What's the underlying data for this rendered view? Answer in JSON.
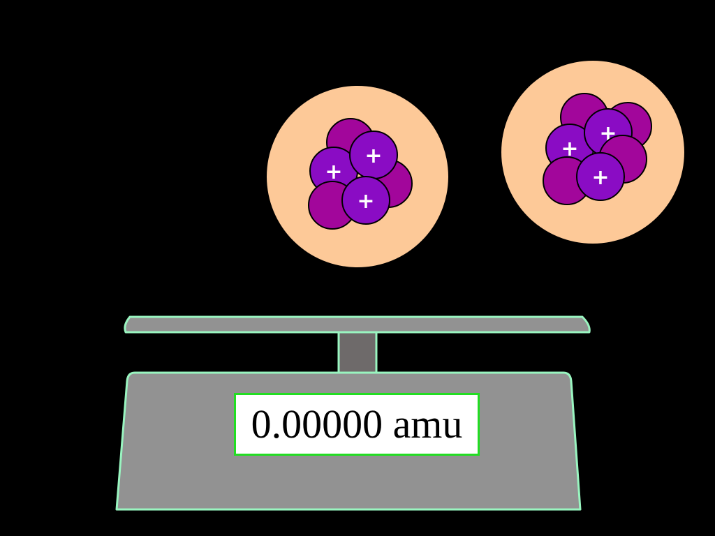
{
  "scale": {
    "readout": "0.00000 amu"
  },
  "nuclei": [
    {
      "name": "nucleus-left",
      "particles": [
        {
          "kind": "neutron",
          "label": ""
        },
        {
          "kind": "proton",
          "label": "+"
        },
        {
          "kind": "neutron",
          "label": ""
        },
        {
          "kind": "proton",
          "label": "+"
        },
        {
          "kind": "neutron",
          "label": ""
        },
        {
          "kind": "proton",
          "label": "+"
        }
      ]
    },
    {
      "name": "nucleus-right",
      "particles": [
        {
          "kind": "neutron",
          "label": ""
        },
        {
          "kind": "proton",
          "label": "+"
        },
        {
          "kind": "neutron",
          "label": ""
        },
        {
          "kind": "proton",
          "label": "+"
        },
        {
          "kind": "neutron",
          "label": ""
        },
        {
          "kind": "neutron",
          "label": ""
        },
        {
          "kind": "proton",
          "label": "+"
        }
      ]
    }
  ],
  "colors": {
    "background": "#000000",
    "atom_cloud": "#fdc998",
    "proton": "#8a0cc4",
    "neutron": "#a2069b",
    "scale_body": "#929292",
    "scale_post": "#6e6a6a",
    "scale_outline": "#99f5c0",
    "readout_border": "#22dd22",
    "label": "#ffffff"
  }
}
